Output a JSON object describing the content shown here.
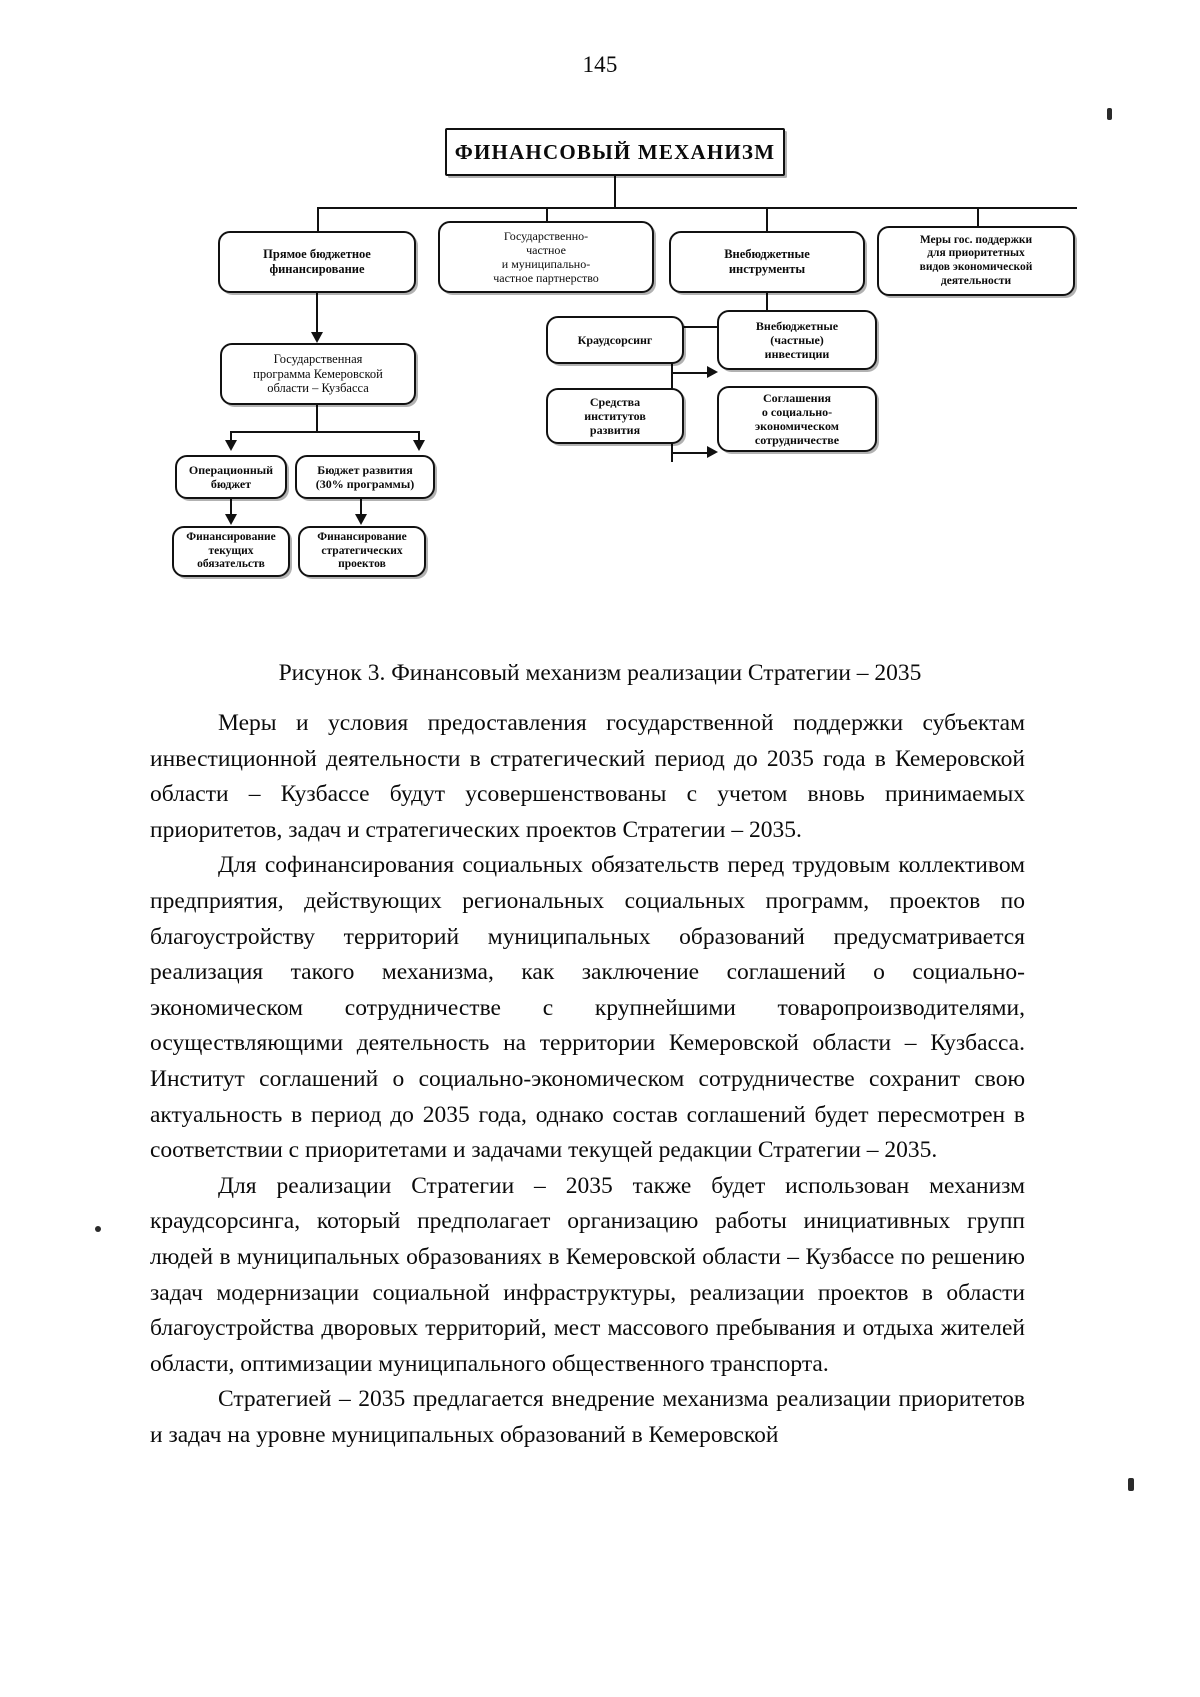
{
  "page": {
    "number": "145"
  },
  "figure": {
    "caption": "Рисунок 3. Финансовый механизм реализации Стратегии – 2035",
    "nodes": {
      "root": "ФИНАНСОВЫЙ МЕХАНИЗМ",
      "direct_budget": "Прямое бюджетное\nфинансирование",
      "ppp": "Государственно-\nчастное\nи муниципально-\nчастное партнерство",
      "extrabudget_tools": "Внебюджетные\nинструменты",
      "gov_support": "Меры гос. поддержки\nдля приоритетных\nвидов экономической\nдеятельности",
      "state_program": "Государственная\nпрограмма Кемеровской\nобласти – Кузбасса",
      "crowdsourcing": "Краудсорсинг",
      "development_institutions": "Средства\nинститутов\nразвития",
      "private_investments": "Внебюджетные\n(частные)\nинвестиции",
      "agreements": "Соглашения\nо социально-\nэкономическом\nсотрудничестве",
      "operational_budget": "Операционный\nбюджет",
      "development_budget": "Бюджет развития\n(30% программы)",
      "financing_current": "Финансирование\nтекущих\nобязательств",
      "financing_strategic": "Финансирование\nстратегических\nпроектов"
    }
  },
  "body": {
    "paragraphs": [
      "Меры и условия предоставления государственной поддержки субъектам инвестиционной деятельности в стратегический период до 2035 года в Кемеровской области – Кузбассе будут усовершенствованы с учетом вновь принимаемых приоритетов, задач и стратегических проектов Стратегии – 2035.",
      "Для софинансирования социальных обязательств перед трудовым коллективом предприятия, действующих региональных социальных программ, проектов по благоустройству территорий муниципальных образований предусматривается реализация такого механизма, как заключение соглашений о социально-экономическом сотрудничестве с крупнейшими товаропроизводителями, осуществляющими деятельность на территории Кемеровской области – Кузбасса. Институт соглашений о социально-экономическом сотрудничестве сохранит свою актуальность в период до 2035 года, однако состав соглашений будет пересмотрен в соответствии с приоритетами и задачами текущей редакции Стратегии – 2035.",
      "Для реализации Стратегии – 2035 также будет использован механизм краудсорсинга, который предполагает организацию работы инициативных групп людей в муниципальных образованиях в Кемеровской области – Кузбассе по решению задач модернизации социальной инфраструктуры, реализации проектов в области благоустройства дворовых территорий, мест массового пребывания и отдыха жителей области, оптимизации муниципального общественного транспорта.",
      "Стратегией – 2035 предлагается внедрение механизма реализации приоритетов и задач на уровне муниципальных образований в Кемеровской"
    ]
  }
}
